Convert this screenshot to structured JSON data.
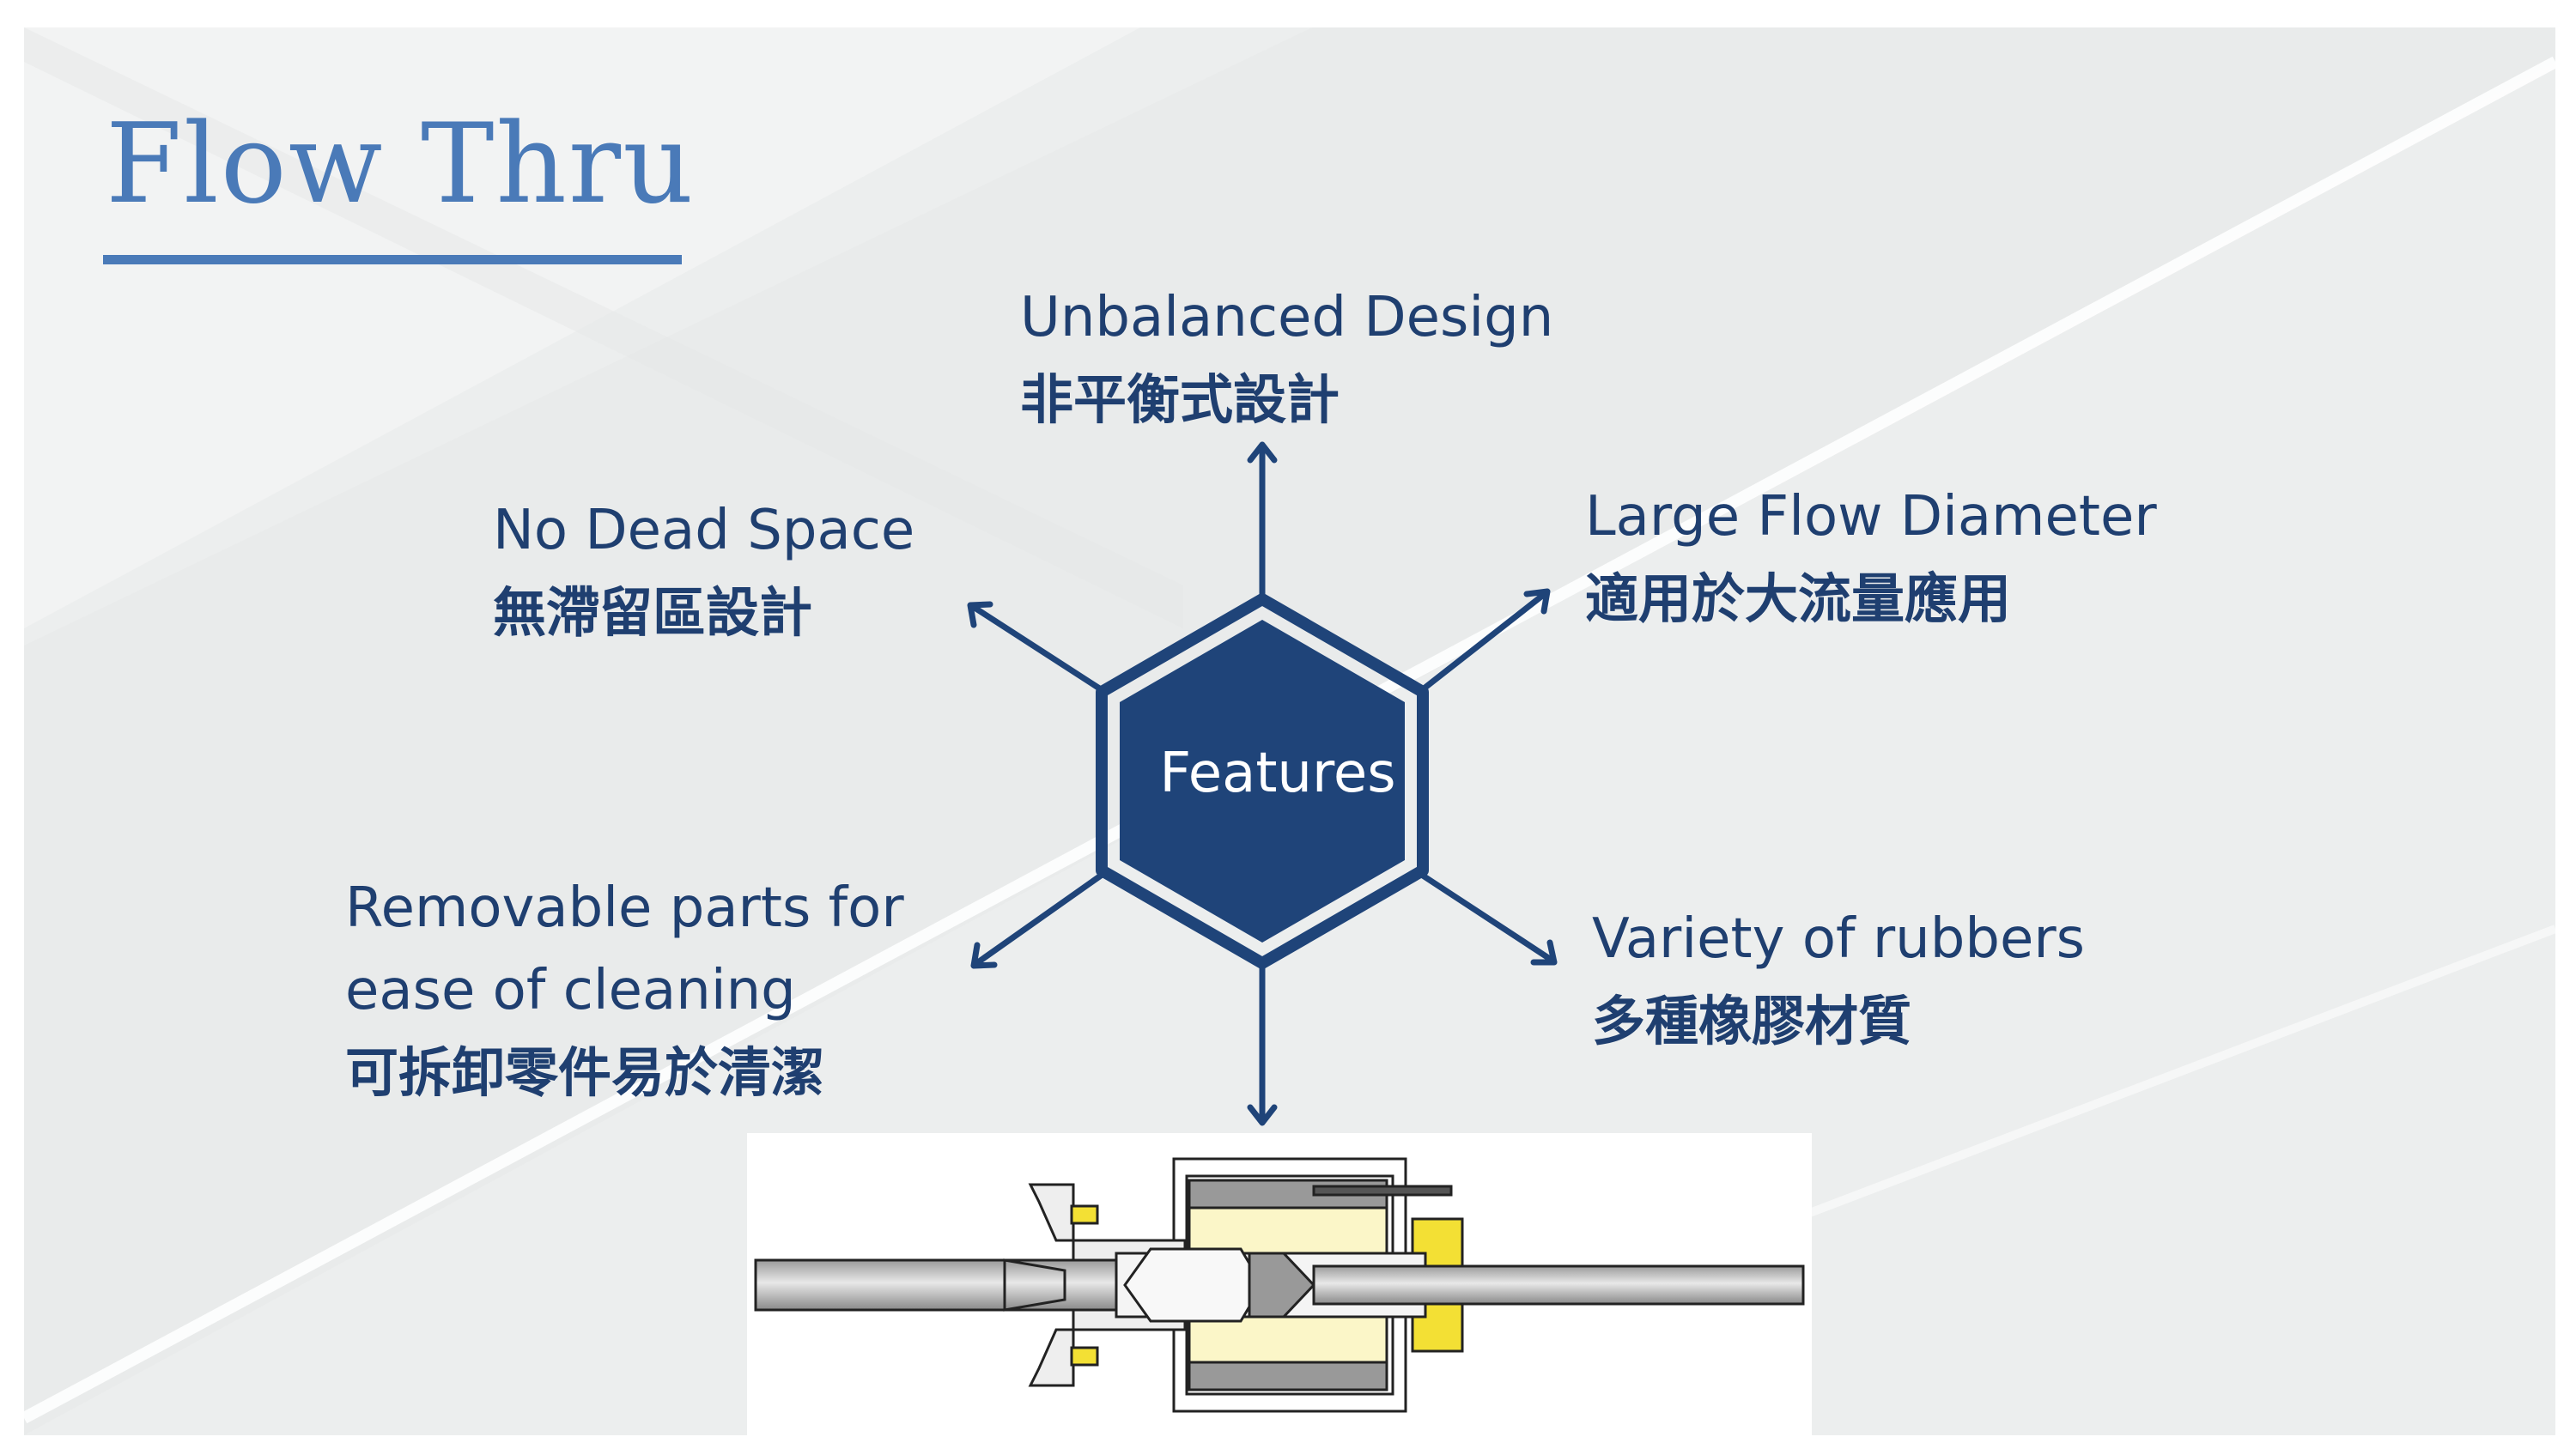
{
  "title": "Flow Thru",
  "center_label": "Features",
  "features": [
    {
      "id": "top",
      "en": [
        "Unbalanced Design"
      ],
      "zh": "非平衡式設計"
    },
    {
      "id": "upper-left",
      "en": [
        "No Dead Space"
      ],
      "zh": "無滯留區設計"
    },
    {
      "id": "upper-right",
      "en": [
        "Large Flow Diameter"
      ],
      "zh": "適用於大流量應用"
    },
    {
      "id": "lower-left",
      "en": [
        "Removable parts for",
        "ease of cleaning"
      ],
      "zh": "可拆卸零件易於清潔"
    },
    {
      "id": "lower-right",
      "en": [
        "Variety of rubbers"
      ],
      "zh": "多種橡膠材質"
    }
  ],
  "colors": {
    "title": "#4a7ab8",
    "accent": "#1f4479",
    "text": "#1f3f70",
    "background": "#eceeee"
  }
}
